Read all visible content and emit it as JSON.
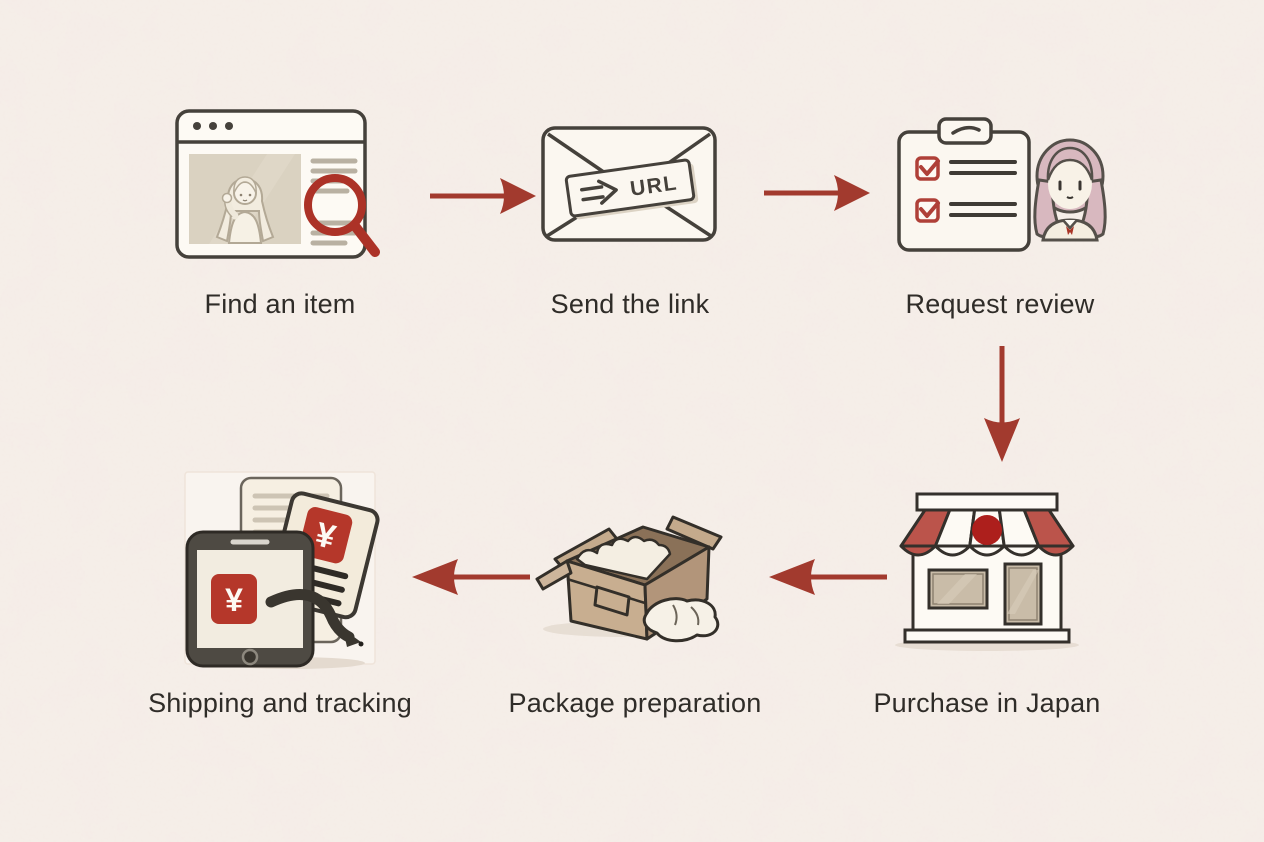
{
  "figure": {
    "type": "process-flow-diagram",
    "description": "Six-step proxy shopping service flow",
    "steps": [
      {
        "label": "Find an item",
        "icon": "browser-search-icon"
      },
      {
        "label": "Send the link",
        "icon": "envelope-url-icon",
        "tag_text": "URL"
      },
      {
        "label": "Request review",
        "icon": "clipboard-checklist-icon"
      },
      {
        "label": "Purchase in Japan",
        "icon": "japan-storefront-icon"
      },
      {
        "label": "Package preparation",
        "icon": "open-box-icon"
      },
      {
        "label": "Shipping and tracking",
        "icon": "phone-invoice-icon",
        "currency_symbol": "¥"
      }
    ],
    "arrows": [
      {
        "from": "Find an item",
        "to": "Send the link",
        "direction": "right"
      },
      {
        "from": "Send the link",
        "to": "Request review",
        "direction": "right"
      },
      {
        "from": "Request review",
        "to": "Purchase in Japan",
        "direction": "down"
      },
      {
        "from": "Purchase in Japan",
        "to": "Package preparation",
        "direction": "left"
      },
      {
        "from": "Package preparation",
        "to": "Shipping and tracking",
        "direction": "left"
      }
    ],
    "colors": {
      "background": "#f6efe9",
      "arrow": "#a23a2e",
      "outline": "#3e3a34",
      "accent_red": "#b5372a",
      "awning_red": "#bb544b",
      "japan_circle_red": "#ad1f1c",
      "hair_pink": "#d8b8bf",
      "cardboard_tan": "#c8ae90",
      "label_text": "#2f2c28"
    }
  }
}
